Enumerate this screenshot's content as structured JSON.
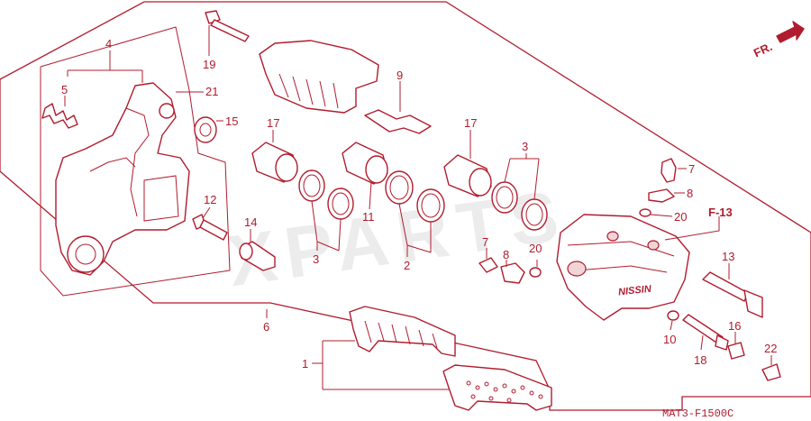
{
  "callouts": {
    "c1": "1",
    "c2": "2",
    "c3a": "3",
    "c3b": "3",
    "c4": "4",
    "c5": "5",
    "c6": "6",
    "c7a": "7",
    "c7b": "7",
    "c8a": "8",
    "c8b": "8",
    "c9": "9",
    "c10": "10",
    "c11": "11",
    "c12": "12",
    "c13": "13",
    "c14": "14",
    "c15": "15",
    "c16": "16",
    "c17a": "17",
    "c17b": "17",
    "c18": "18",
    "c19": "19",
    "c20a": "20",
    "c20b": "20",
    "c21": "21",
    "c22": "22"
  },
  "reference": "F-13",
  "direction_label": "FR.",
  "diagram_code": "MAT3-F1500C",
  "logo_text": "NISSIN",
  "watermark_text": "XPARTS",
  "colors": {
    "line": "#b01c2e",
    "fill": "#f1d4d8",
    "background": "#ffffff"
  }
}
